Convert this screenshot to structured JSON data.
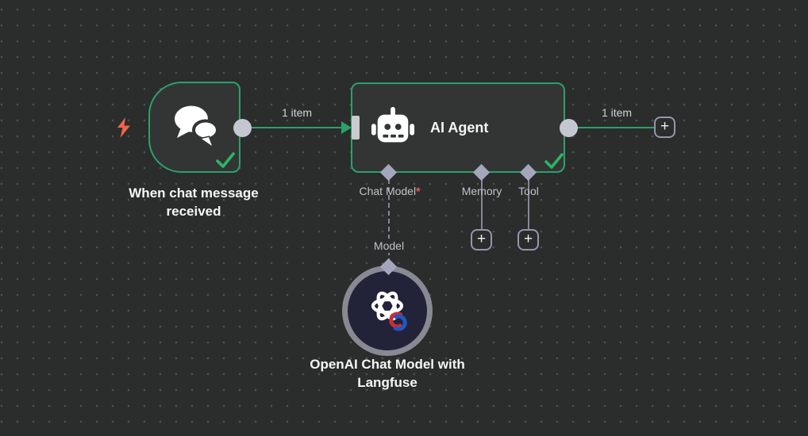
{
  "colors": {
    "canvas_bg": "#2b2c2c",
    "grid_dot": "#505252",
    "node_fill": "#333535",
    "success_green": "#2da06a",
    "checkmark_green": "#2eb567",
    "connector_diamond": "#a4a6bc",
    "endpoint_dot": "#c4c7d2",
    "subconnection_gray": "#84869a",
    "trigger_bolt_red": "#f0644c",
    "required_asterisk_red": "#e25d5d",
    "model_node_fill": "#222338",
    "model_node_ring": "#888a93"
  },
  "nodes": {
    "trigger": {
      "title": "When chat message received"
    },
    "agent": {
      "title": "AI Agent",
      "inputs": [
        {
          "label": "Chat Model",
          "required_mark": "*"
        },
        {
          "label": "Memory",
          "required_mark": ""
        },
        {
          "label": "Tool",
          "required_mark": ""
        }
      ]
    },
    "model": {
      "title": "OpenAI Chat Model with Langfuse"
    }
  },
  "connections": {
    "trigger_to_agent_label": "1 item",
    "agent_output_label": "1 item",
    "model_link_label": "Model"
  },
  "buttons": {
    "plus": "+"
  }
}
